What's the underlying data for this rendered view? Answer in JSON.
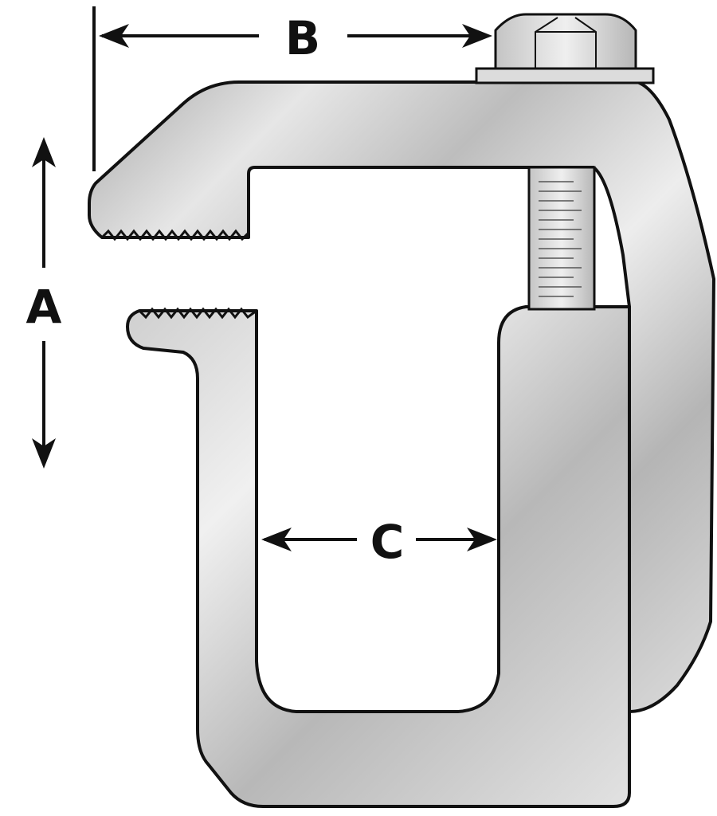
{
  "diagram": {
    "labels": {
      "a": "A",
      "b": "B",
      "c": "C"
    },
    "colors": {
      "outline": "#111111",
      "metal_light": "#e9e9e9",
      "metal_mid": "#c8c8c8",
      "metal_dark": "#a9a9a9",
      "bolt": "#d6d6d6"
    }
  }
}
